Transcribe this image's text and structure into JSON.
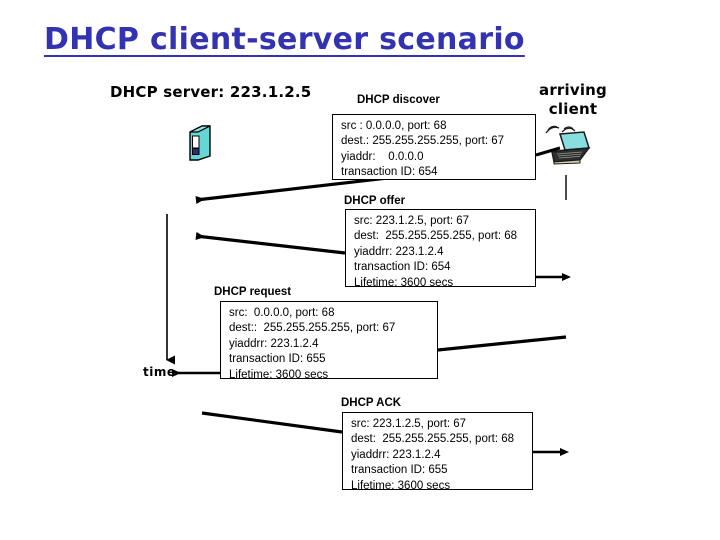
{
  "slide": {
    "title": "DHCP client-server scenario",
    "title_color": "#3333b2",
    "background": "#ffffff"
  },
  "actors": {
    "server_label": "DHCP server:  223.1.2.5",
    "server_icon": "server-tower-icon",
    "client_label_line1": "arriving",
    "client_label_line2": "client",
    "client_icon": "wireless-laptop-icon",
    "time_label": "time"
  },
  "messages": [
    {
      "id": "dhcp-discover",
      "heading": "DHCP discover",
      "lines": [
        "src : 0.0.0.0, port: 68",
        "dest.: 255.255.255.255, port: 67",
        "yiaddr:    0.0.0.0",
        "transaction ID: 654"
      ]
    },
    {
      "id": "dhcp-offer",
      "heading": "DHCP offer",
      "lines": [
        "src: 223.1.2.5, port: 67",
        "dest:  255.255.255.255, port: 68",
        "yiaddrr: 223.1.2.4",
        "transaction ID: 654",
        "Lifetime: 3600 secs"
      ]
    },
    {
      "id": "dhcp-request",
      "heading": "DHCP request",
      "lines": [
        "src:  0.0.0.0, port: 68",
        "dest::  255.255.255.255, port: 67",
        "yiaddrr: 223.1.2.4",
        "transaction ID: 655",
        "Lifetime: 3600 secs"
      ]
    },
    {
      "id": "dhcp-ack",
      "heading": "DHCP ACK",
      "lines": [
        "src: 223.1.2.5, port: 67",
        "dest:  255.255.255.255, port: 68",
        "yiaddrr: 223.1.2.4",
        "transaction ID: 655",
        "Lifetime: 3600 secs"
      ]
    }
  ],
  "colors": {
    "title_blue": "#3333b2",
    "icon_cyan": "#66d5d5",
    "icon_dark": "#1a1a1a",
    "stroke_black": "#000000"
  }
}
